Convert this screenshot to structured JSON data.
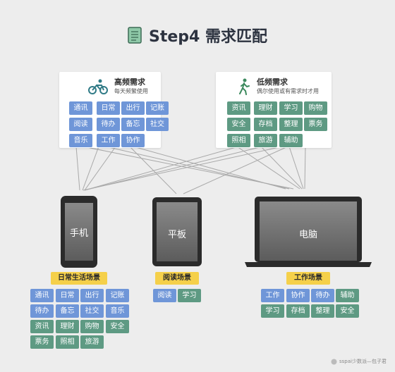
{
  "title": "Step4 需求匹配",
  "high": {
    "title": "高频需求",
    "subtitle": "每天频繁使用",
    "icon": "cyclist-icon",
    "tags": [
      "通讯",
      "日常",
      "出行",
      "记账",
      "阅读",
      "待办",
      "备忘",
      "社交",
      "音乐",
      "工作",
      "协作"
    ]
  },
  "low": {
    "title": "低频需求",
    "subtitle": "偶尔使用或有需求时才用",
    "icon": "walker-icon",
    "tags": [
      "资讯",
      "理财",
      "学习",
      "购物",
      "安全",
      "存档",
      "整理",
      "票务",
      "照相",
      "旅游",
      "辅助"
    ]
  },
  "devices": {
    "phone": "手机",
    "tablet": "平板",
    "laptop": "电脑"
  },
  "scenes": {
    "phone": "日常生活场景",
    "tablet": "阅读场景",
    "laptop": "工作场景"
  },
  "phone_tags": {
    "blue": [
      "通讯",
      "日常",
      "出行",
      "记账",
      "待办",
      "备忘",
      "社交",
      "音乐"
    ],
    "green": [
      "资讯",
      "理财",
      "购物",
      "安全",
      "票务",
      "照相",
      "旅游"
    ]
  },
  "tablet_tags": {
    "blue": [
      "阅读"
    ],
    "green": [
      "学习"
    ]
  },
  "laptop_tags": {
    "blue": [
      "工作",
      "协作",
      "待办"
    ],
    "green": [
      "辅助",
      "学习",
      "存档",
      "整理",
      "安全"
    ]
  },
  "footer": "sspai少数派—包子君",
  "colors": {
    "blue": "#6f96d8",
    "green": "#5e9a83",
    "scene": "#f5d04a"
  }
}
